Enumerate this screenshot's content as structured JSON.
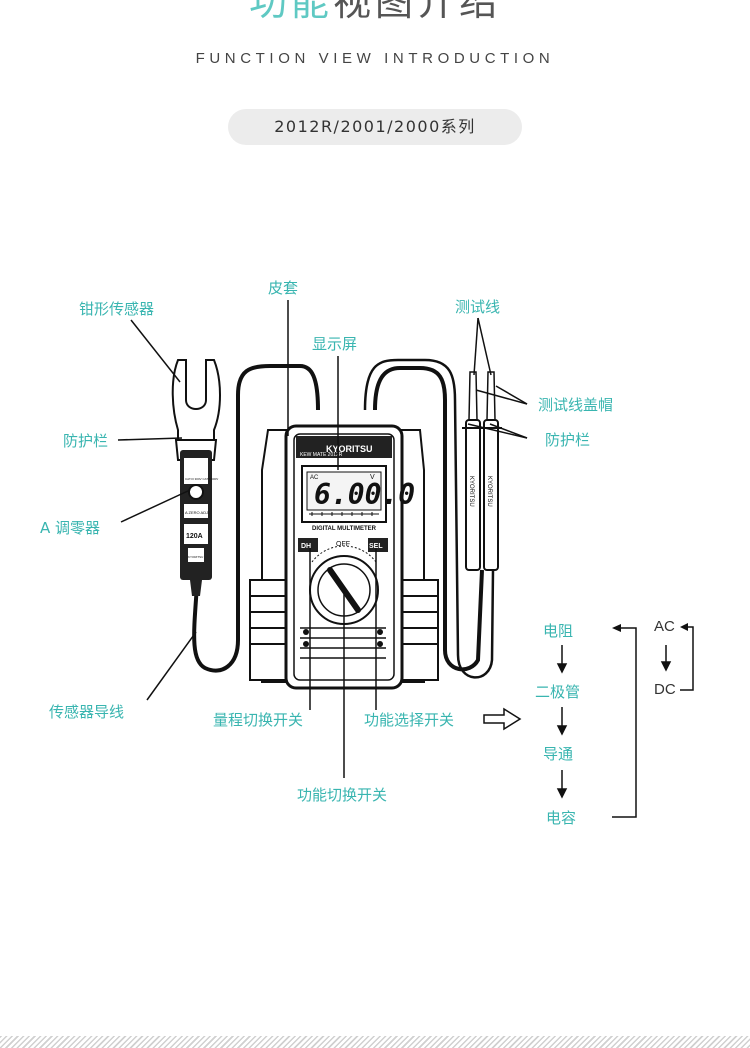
{
  "header": {
    "title_accent": "功能",
    "title_rest": "视图介绍",
    "subtitle": "FUNCTION VIEW INTRODUCTION",
    "series": "2012R/2001/2000系列"
  },
  "labels": {
    "clamp_sensor": "钳形传感器",
    "guard_left": "防护栏",
    "zero_adjust": "A 调零器",
    "sensor_lead": "传感器导线",
    "holster": "皮套",
    "display": "显示屏",
    "range_switch": "量程切换开关",
    "function_select": "功能选择开关",
    "function_dial": "功能切换开关",
    "test_leads": "测试线",
    "lead_caps": "测试线盖帽",
    "guard_right": "防护栏"
  },
  "flow": {
    "steps": [
      "电阻",
      "二极管",
      "导通",
      "电容"
    ],
    "ac": "AC",
    "dc": "DC"
  },
  "device": {
    "brand": "KYORITSU",
    "model": "KEW MATE 2012R",
    "lcd_value": "6.00.0",
    "lcd_unit": "V",
    "lcd_ac": "AC",
    "panel_name": "DIGITAL MULTIMETER",
    "btn_dh": "DH",
    "btn_sel": "SEL",
    "dial_off": "OFF",
    "sensor_zero": "A ZERO ADJ.",
    "sensor_rating": "120A",
    "sensor_cat": "CAT.III 300V CAT.II 600V",
    "sensor_brand": "KYORITSU",
    "lead_text_1": "KYORITSU",
    "lead_text_2": "KYORITSU"
  }
}
